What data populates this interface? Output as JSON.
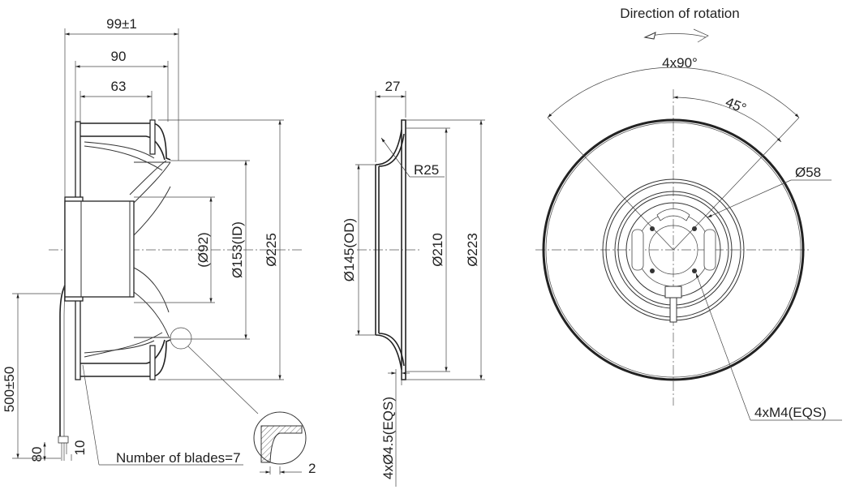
{
  "side_view": {
    "dim_overall": "99±1",
    "dim_impeller": "90",
    "dim_motor": "63",
    "dia_hub": "(Ø92)",
    "dia_inlet": "Ø153(ID)",
    "dia_outer": "Ø225",
    "cable_length": "500±50",
    "dim_80": "80",
    "dim_10": "10",
    "blades_note": "Number of blades=7",
    "detail_dim": "2"
  },
  "nozzle_view": {
    "dim_depth": "27",
    "radius": "R25",
    "dia_od": "Ø145(OD)",
    "dia_210": "Ø210",
    "dia_223": "Ø223",
    "holes": "4xØ4.5(EQS)"
  },
  "front_view": {
    "rotation_label": "Direction of rotation",
    "angle_spacing": "4x90°",
    "angle_offset": "45°",
    "dia_58": "Ø58",
    "thread_holes": "4xM4(EQS)"
  }
}
